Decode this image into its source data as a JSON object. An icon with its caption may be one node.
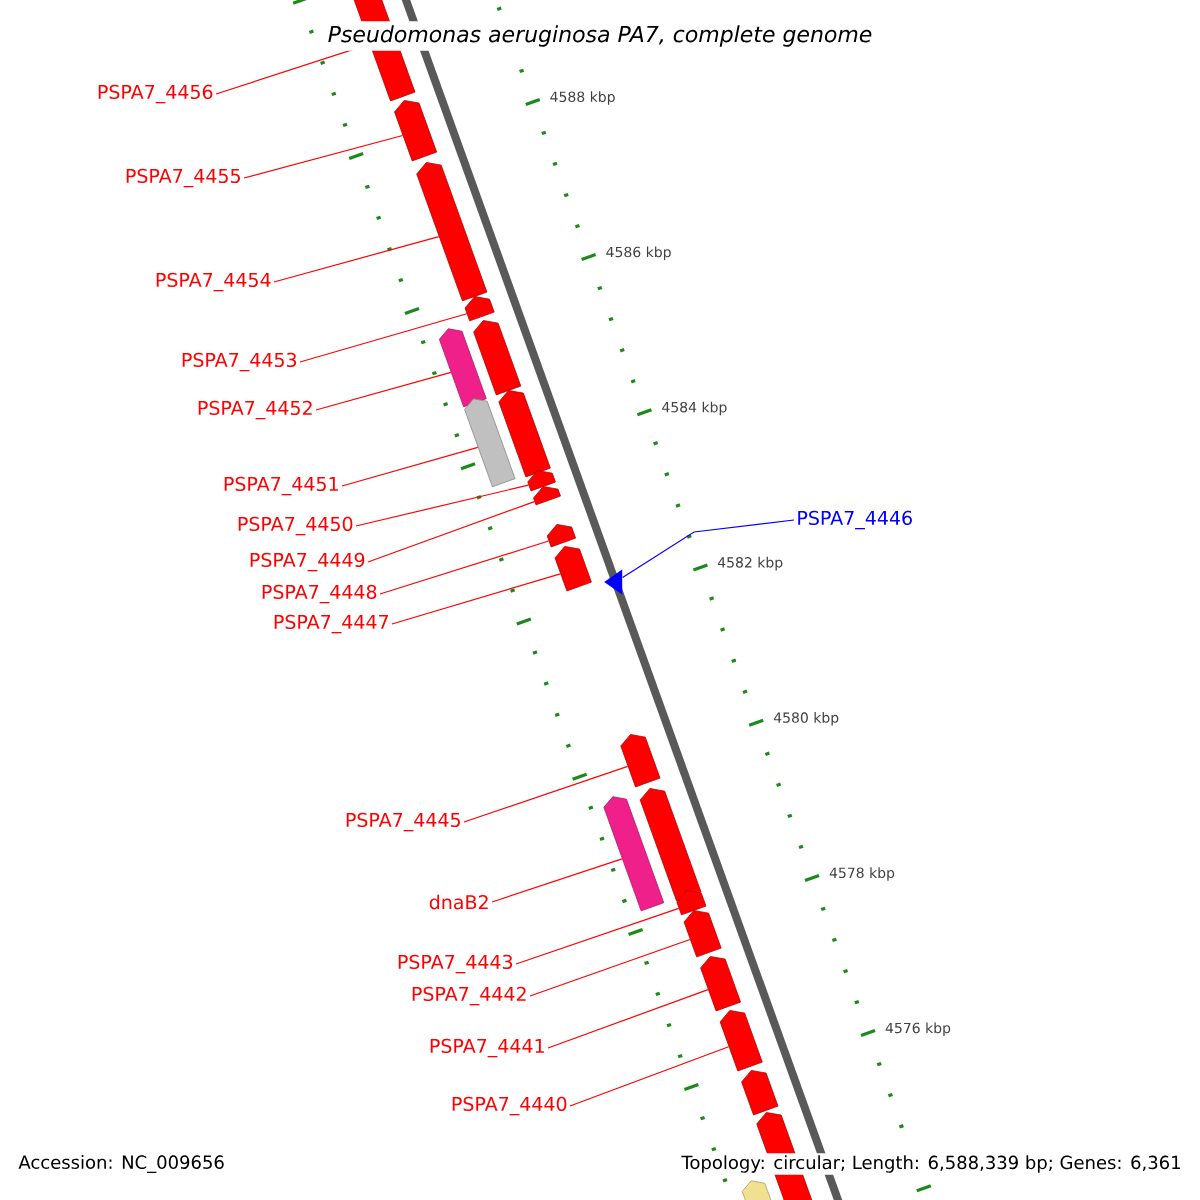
{
  "diagram": {
    "title": "Pseudomonas aeruginosa PA7, complete genome",
    "nodes": [
      {
        "text": [
          "PSPA7_4456"
        ]
      },
      {
        "text": [
          "PSPA7_4455"
        ]
      },
      {
        "text": [
          "PSPA7_4454"
        ]
      },
      {
        "text": [
          "PSPA7_4453"
        ]
      },
      {
        "text": [
          "PSPA7_4452"
        ]
      },
      {
        "text": [
          "PSPA7_4451"
        ]
      },
      {
        "text": [
          "PSPA7_4446"
        ]
      },
      {
        "text": [
          "PSPA7_4450"
        ]
      },
      {
        "text": [
          "PSPA7_4449"
        ]
      },
      {
        "text": [
          "PSPA7_4448"
        ]
      },
      {
        "text": [
          "PSPA7_4447"
        ]
      },
      {
        "text": [
          "PSPA7_4445"
        ]
      },
      {
        "text": [
          "dnaB2"
        ]
      },
      {
        "text": [
          "PSPA7_4443"
        ]
      },
      {
        "text": [
          "PSPA7_4442"
        ]
      },
      {
        "text": [
          "PSPA7_4441"
        ]
      },
      {
        "text": [
          "PSPA7_4440"
        ]
      },
      {
        "text": [],
        "shape": "arrow"
      },
      {
        "text": [],
        "shape": "arrow"
      },
      {
        "text": [],
        "shape": "arrow"
      },
      {
        "text": [],
        "shape": "arrow"
      },
      {
        "text": [],
        "shape": "arrow"
      },
      {
        "text": [],
        "shape": "arrow"
      },
      {
        "text": [],
        "shape": "arrow"
      },
      {
        "text": [],
        "shape": "arrow"
      },
      {
        "text": [],
        "shape": "arrow"
      },
      {
        "text": [],
        "shape": "arrow"
      },
      {
        "text": [],
        "shape": "arrow"
      },
      {
        "text": [],
        "shape": "arrow"
      },
      {
        "text": [],
        "shape": "triangle"
      },
      {
        "text": [],
        "shape": "arrow"
      },
      {
        "text": [],
        "shape": "arrow"
      },
      {
        "text": [],
        "shape": "arrow"
      },
      {
        "text": [],
        "shape": "arrow"
      },
      {
        "text": [],
        "shape": "arrow"
      },
      {
        "text": [],
        "shape": "arrow"
      },
      {
        "text": [],
        "shape": "arrow"
      },
      {
        "text": [],
        "shape": "arrow"
      },
      {
        "text": [],
        "shape": "arrow"
      },
      {
        "text": [],
        "shape": "arrow"
      }
    ],
    "edges": [
      {
        "from": 0,
        "to": 17,
        "arrow": "none"
      },
      {
        "from": 1,
        "to": 18,
        "arrow": "none"
      },
      {
        "from": 2,
        "to": 19,
        "arrow": "none"
      },
      {
        "from": 3,
        "to": 20,
        "arrow": "none"
      },
      {
        "from": 4,
        "to": 22,
        "arrow": "none"
      },
      {
        "from": 5,
        "to": 24,
        "arrow": "none"
      },
      {
        "from": 6,
        "to": 29,
        "arrow": "none",
        "color": "#0000ff"
      },
      {
        "from": 7,
        "to": 25,
        "arrow": "none"
      },
      {
        "from": 8,
        "to": 26,
        "arrow": "none"
      },
      {
        "from": 9,
        "to": 27,
        "arrow": "none"
      },
      {
        "from": 10,
        "to": 28,
        "arrow": "none"
      },
      {
        "from": 11,
        "to": 30,
        "arrow": "none"
      },
      {
        "from": 12,
        "to": 32,
        "arrow": "none"
      },
      {
        "from": 13,
        "to": 33,
        "arrow": "none"
      },
      {
        "from": 14,
        "to": 34,
        "arrow": "none"
      },
      {
        "from": 15,
        "to": 35,
        "arrow": "none"
      },
      {
        "from": 16,
        "to": 36,
        "arrow": "none"
      }
    ],
    "labels": [
      "4588 kbp",
      "4586 kbp",
      "4584 kbp",
      "4582 kbp",
      "4580 kbp",
      "4578 kbp",
      "4576 kbp",
      "Accession: NC_009656",
      "Topology: circular; Length: 6,588,339 bp; Genes: 6,361"
    ]
  }
}
